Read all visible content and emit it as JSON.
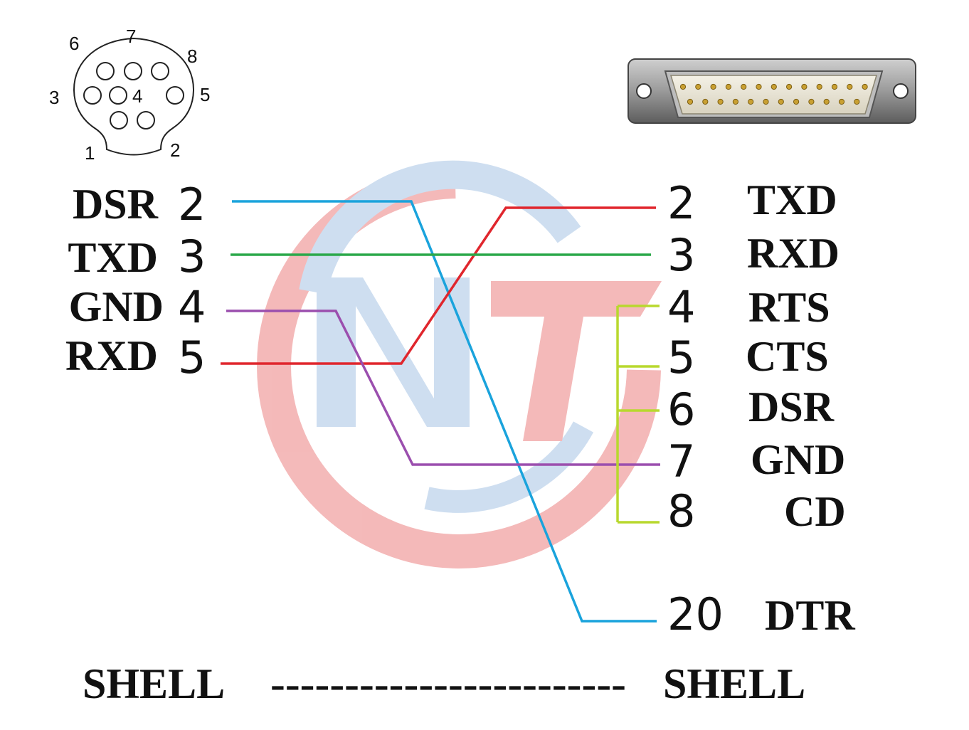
{
  "colors": {
    "dsr_dtr": "#1aa3dc",
    "txd_rxd": "#e0262d",
    "rxd_txd": "#2aa84a",
    "gnd": "#9b4fae",
    "loop": "#b8d82e",
    "logo_red": "#f3b2b2",
    "logo_blue": "#c9dbef"
  },
  "mini_din": {
    "pin_labels": [
      "6",
      "7",
      "8",
      "3",
      "4",
      "5",
      "1",
      "2"
    ]
  },
  "left_pins": [
    {
      "signal": "DSR",
      "pin": "2"
    },
    {
      "signal": "TXD",
      "pin": "3"
    },
    {
      "signal": "GND",
      "pin": "4"
    },
    {
      "signal": "RXD",
      "pin": "5"
    }
  ],
  "right_pins": [
    {
      "pin": "2",
      "signal": "TXD"
    },
    {
      "pin": "3",
      "signal": "RXD"
    },
    {
      "pin": "4",
      "signal": "RTS"
    },
    {
      "pin": "5",
      "signal": "CTS"
    },
    {
      "pin": "6",
      "signal": "DSR"
    },
    {
      "pin": "7",
      "signal": "GND"
    },
    {
      "pin": "8",
      "signal": "CD"
    },
    {
      "pin": "20",
      "signal": "DTR"
    }
  ],
  "shell": {
    "left": "SHELL",
    "dashes": "------------------------",
    "right": "SHELL"
  }
}
